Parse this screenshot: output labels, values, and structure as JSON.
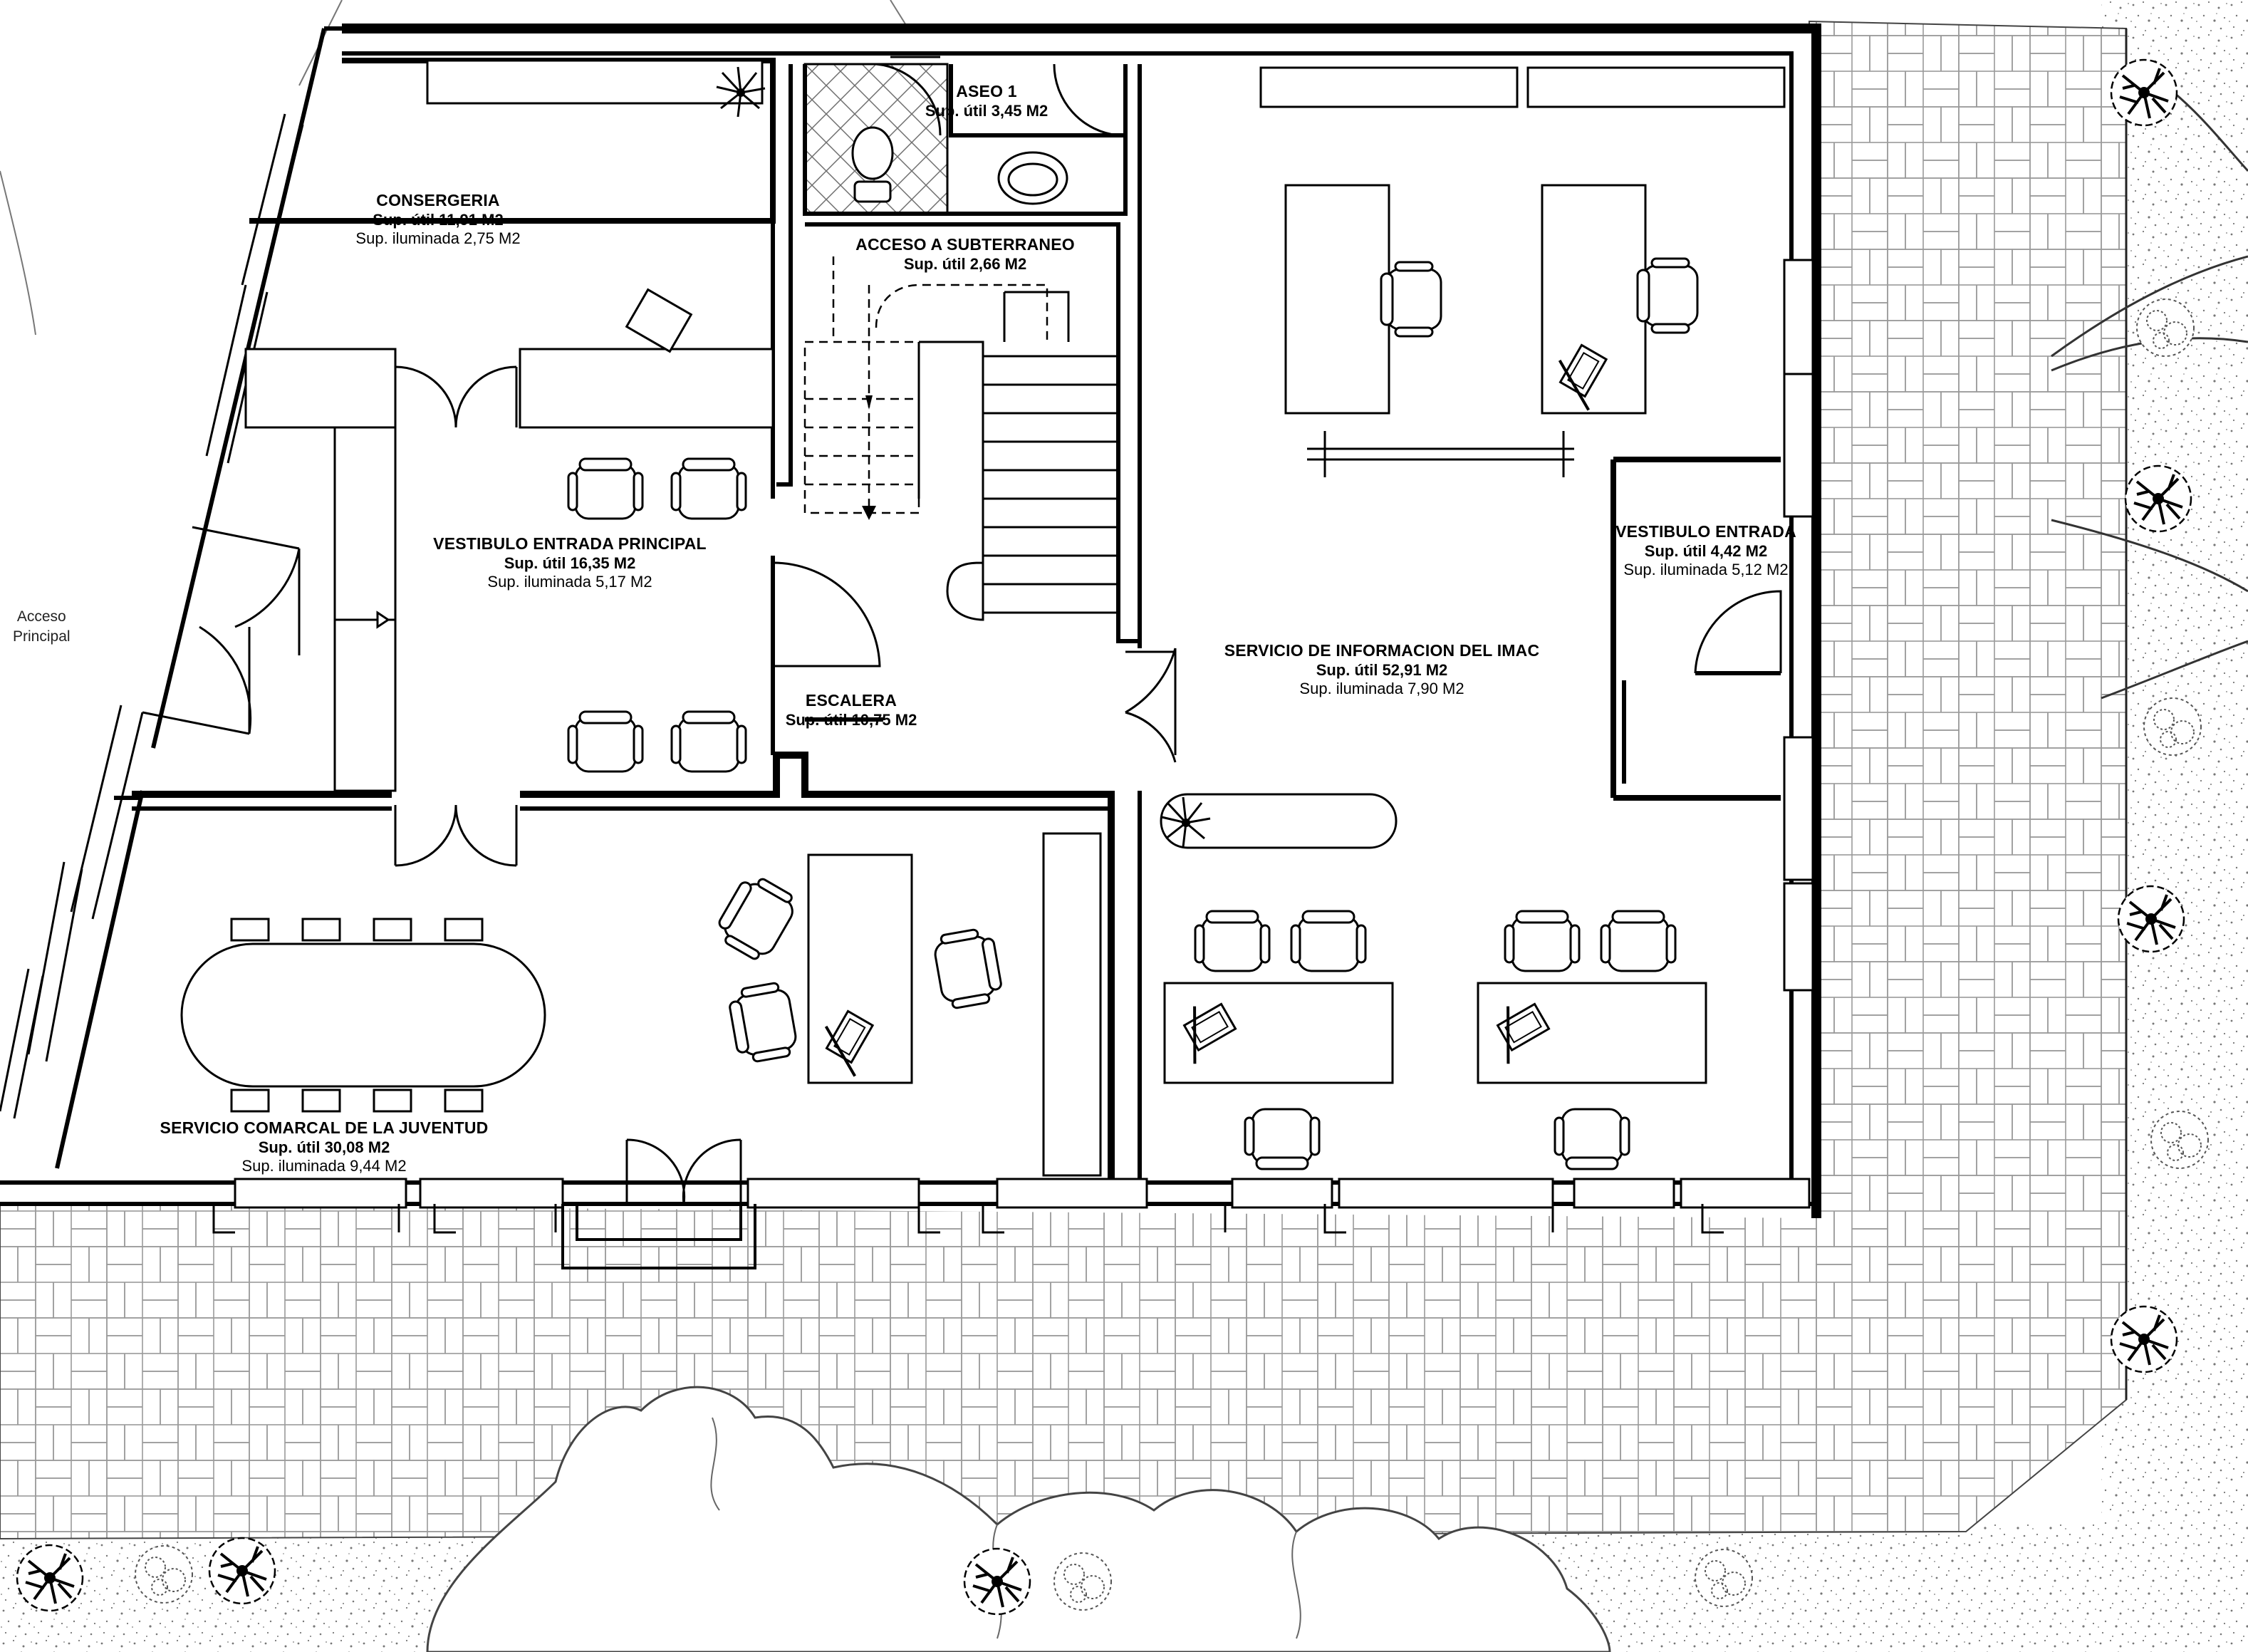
{
  "rooms": [
    {
      "key": "consergeria",
      "name": "CONSERGERIA",
      "sup": "Sup. útil 11,91 M2",
      "ilu": "Sup. iluminada 2,75 M2"
    },
    {
      "key": "aseo",
      "name": "ASEO 1",
      "sup": "Sup. útil 3,45 M2",
      "ilu": ""
    },
    {
      "key": "acceso-subterraneo",
      "name": "ACCESO A SUBTERRANEO",
      "sup": "Sup. útil 2,66 M2",
      "ilu": ""
    },
    {
      "key": "vestibulo-principal",
      "name": "VESTIBULO ENTRADA PRINCIPAL",
      "sup": "Sup. útil 16,35 M2",
      "ilu": "Sup. iluminada 5,17 M2"
    },
    {
      "key": "escalera",
      "name": "ESCALERA",
      "sup": "Sup. útil 10,75 M2",
      "ilu": ""
    },
    {
      "key": "servicio-imac",
      "name": "SERVICIO DE INFORMACION DEL IMAC",
      "sup": "Sup. útil 52,91 M2",
      "ilu": "Sup. iluminada 7,90 M2"
    },
    {
      "key": "vestibulo-entrada",
      "name": "VESTIBULO ENTRADA",
      "sup": "Sup. útil 4,42 M2",
      "ilu": "Sup. iluminada 5,12 M2"
    },
    {
      "key": "servicio-juventud",
      "name": "SERVICIO COMARCAL DE LA JUVENTUD",
      "sup": "Sup. útil 30,08 M2",
      "ilu": "Sup. iluminada 9,44 M2"
    }
  ],
  "access": {
    "line1": "Acceso",
    "line2": "Principal"
  },
  "colors": {
    "wall": "#000000",
    "paving": "#9a9a9a",
    "gravel": "#777777",
    "tile": "#6e6e6e"
  }
}
